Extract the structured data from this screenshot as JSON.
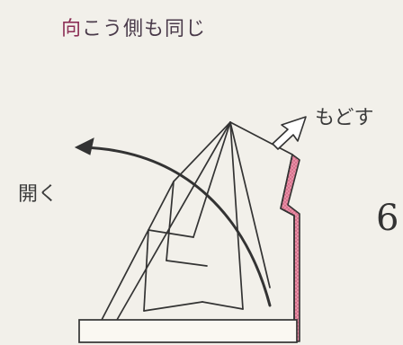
{
  "notes": {
    "top_note_prefix": "向",
    "top_note_rest": "こう側も同じ",
    "open": "開く",
    "return": "もどす"
  },
  "step": {
    "number": "6"
  },
  "colors": {
    "background": "#f2f0ea",
    "line": "#333333",
    "pink_fill": "#e98fa6",
    "base_fill": "#faf8f2",
    "accent_text": "#8c2f56"
  },
  "icons": {
    "open_arrow": "curved-arrow-left",
    "return_arrow": "hollow-arrow-up-right"
  }
}
